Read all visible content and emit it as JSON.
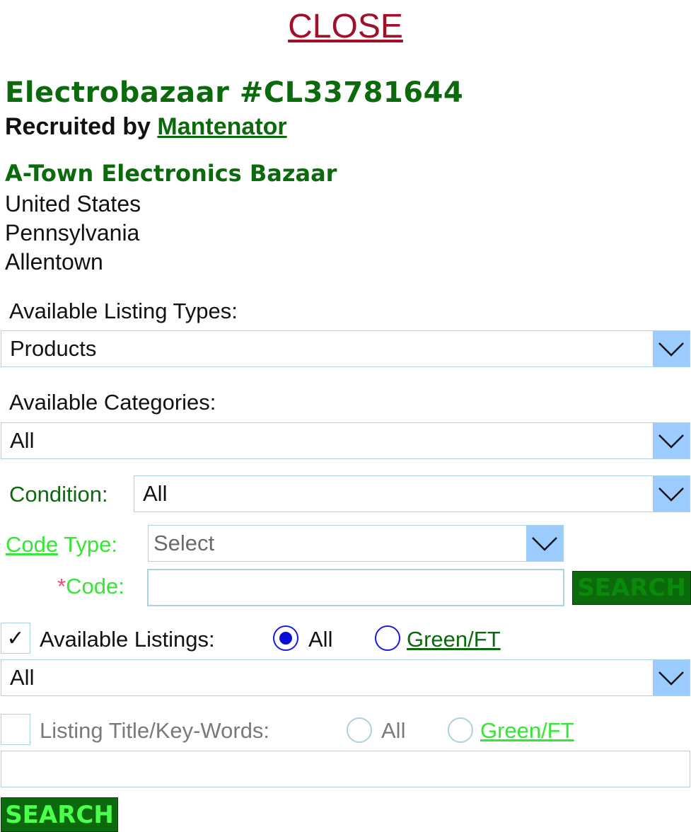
{
  "close_label": "CLOSE",
  "store": {
    "title": "Electrobazaar #CL33781644",
    "recruited_prefix": "Recruited by",
    "recruiter": "Mantenator",
    "business_name": "A-Town Electronics Bazaar",
    "country": "United States",
    "state": "Pennsylvania",
    "city": "Allentown"
  },
  "filters": {
    "listing_types_label": "Available Listing Types:",
    "listing_types_value": "Products",
    "categories_label": "Available Categories:",
    "categories_value": "All",
    "condition_label": "Condition:",
    "condition_value": "All",
    "code_type_link": "Code",
    "code_type_label": "Type:",
    "code_type_value": "Select",
    "code_asterisk": "*",
    "code_label": "Code:",
    "code_value": "",
    "code_search_button": "SEARCH",
    "available_listings_checked": "✓",
    "available_listings_label": "Available Listings:",
    "available_listings_radio_all": "All",
    "available_listings_radio_green": "Green/FT",
    "available_listings_value": "All",
    "keywords_label": "Listing Title/Key-Words:",
    "keywords_radio_all": "All",
    "keywords_radio_green": "Green/FT",
    "keywords_value": "",
    "search_button": "SEARCH"
  },
  "colors": {
    "close": "#a0102a",
    "dark_green": "#0b6a0b",
    "light_green": "#35e635",
    "dropdown_arrow_bg": "#9ccbff",
    "radio_blue": "#1a1ae6"
  }
}
